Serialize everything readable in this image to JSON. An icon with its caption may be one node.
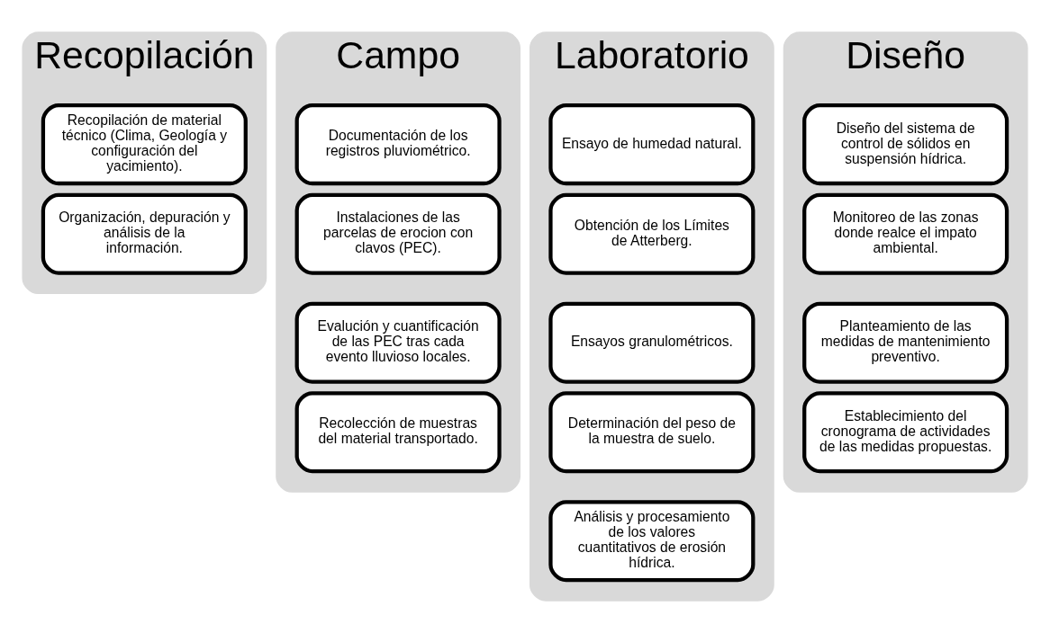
{
  "diagram": {
    "nodes": [
      {
        "text": [
          "Recopilación"
        ]
      },
      {
        "text": [
          "Recopilación de material técnico (Clima, Geología y configuración del yacimiento)."
        ],
        "in": 0
      },
      {
        "text": [
          "Organización, depuración y análisis de la información."
        ],
        "in": 0
      },
      {
        "text": [
          "Campo"
        ]
      },
      {
        "text": [
          "Documentación de los registros pluviométrico."
        ],
        "in": 3
      },
      {
        "text": [
          "Instalaciones de las parcelas de erocion con clavos (PEC)."
        ],
        "in": 3
      },
      {
        "text": [
          "Evalución y cuantificación de las PEC tras cada evento lluvioso locales."
        ],
        "in": 3
      },
      {
        "text": [
          "Recolección de muestras del material transportado."
        ],
        "in": 3
      },
      {
        "text": [
          "Laboratorio"
        ]
      },
      {
        "text": [
          "Ensayo de humedad natural."
        ],
        "in": 8
      },
      {
        "text": [
          "Obtención de los Límites de Atterberg."
        ],
        "in": 8
      },
      {
        "text": [
          "Ensayos granulométricos."
        ],
        "in": 8
      },
      {
        "text": [
          "Determinación del peso de la muestra de suelo."
        ],
        "in": 8
      },
      {
        "text": [
          "Análisis y procesamiento de los valores cuantitativos de erosión hídrica."
        ],
        "in": 8
      },
      {
        "text": [
          "Diseño"
        ]
      },
      {
        "text": [
          "Diseño del sistema de control de sólidos en suspensión hídrica."
        ],
        "in": 14
      },
      {
        "text": [
          "Monitoreo de las zonas donde realce el impato ambiental."
        ],
        "in": 14
      },
      {
        "text": [
          "Planteamiento de las medidas de mantenimiento preventivo."
        ],
        "in": 14
      },
      {
        "text": [
          "Establecimiento del cronograma de actividades de las medidas propuestas."
        ],
        "in": 14
      }
    ],
    "edges": []
  }
}
